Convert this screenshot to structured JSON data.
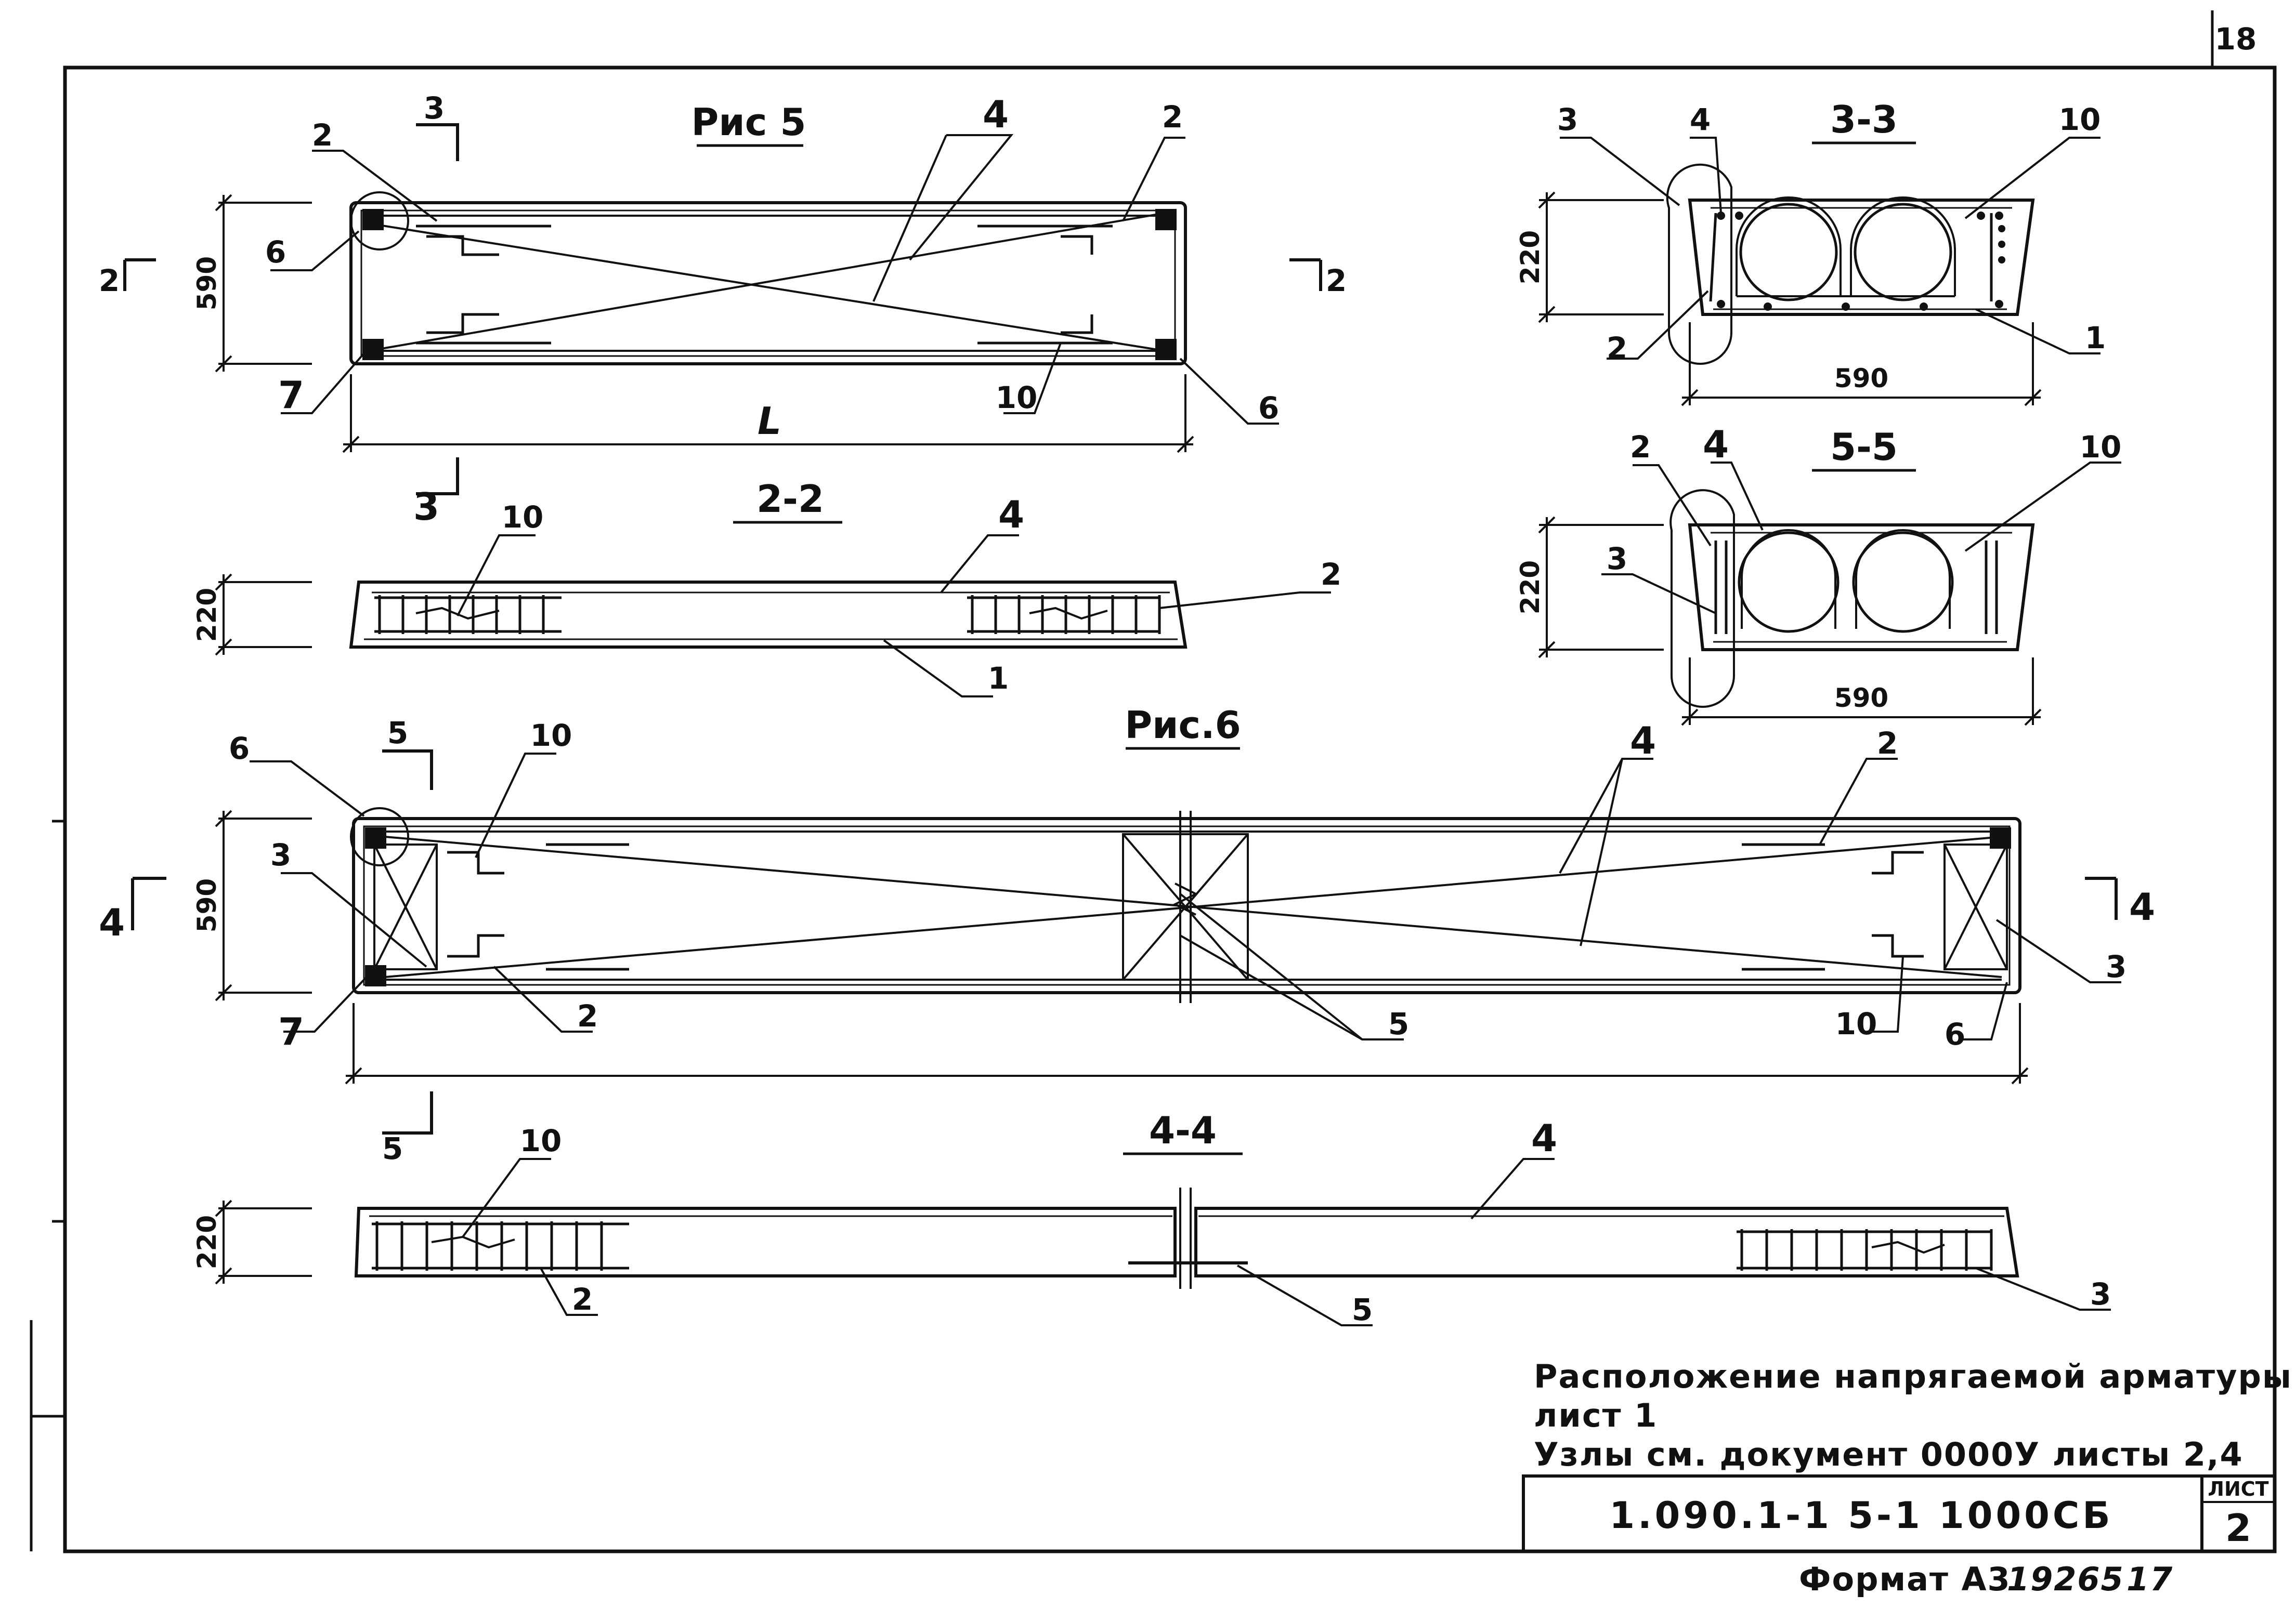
{
  "sheet": {
    "page_number": "18",
    "stamp_code": "1.090.1-1 5-1 1000СБ",
    "sheet_label": "ЛИСТ",
    "sheet_number": "2",
    "format_text": "Формат А3",
    "handwritten_1": "19265",
    "handwritten_2": "17"
  },
  "notes": {
    "line1": "Расположение напрягаемой арматуры см",
    "line2": "лист 1",
    "line3": "Узлы см. документ 0000У листы 2,4"
  },
  "fig5": {
    "title": "Рис 5",
    "dim_width": "590",
    "dim_length": "L",
    "section_mark_3_top": "3",
    "section_mark_3_bottom": "3",
    "section_mark_2_left": "2",
    "section_mark_2_right": "2",
    "callouts": {
      "c2_left": "2",
      "c4": "4",
      "c2_right": "2",
      "c6_top": "6",
      "c7": "7",
      "c10": "10",
      "c6_bottom": "6"
    }
  },
  "sec22": {
    "title": "2-2",
    "dim_height": "220",
    "callouts": {
      "c10": "10",
      "c4": "4",
      "c2": "2",
      "c1": "1"
    }
  },
  "sec33": {
    "title": "3-3",
    "dim_height": "220",
    "dim_width": "590",
    "callouts": {
      "c3": "3",
      "c4": "4",
      "c10": "10",
      "c2": "2",
      "c1": "1"
    }
  },
  "sec55": {
    "title": "5-5",
    "dim_height": "220",
    "dim_width": "590",
    "callouts": {
      "c2": "2",
      "c4": "4",
      "c10": "10",
      "c3": "3"
    }
  },
  "fig6": {
    "title": "Рис.6",
    "dim_width": "590",
    "section_mark_5_top": "5",
    "section_mark_5_bottom": "5",
    "section_mark_4_left": "4",
    "section_mark_4_right": "4",
    "callouts": {
      "c6_top": "6",
      "c10_top": "10",
      "c3_left": "3",
      "c7": "7",
      "c2_bottom": "2",
      "c5": "5",
      "c4": "4",
      "c2_right": "2",
      "c3_right": "3",
      "c10_bottom": "10",
      "c6_right": "6"
    }
  },
  "sec44": {
    "title": "4-4",
    "dim_height": "220",
    "callouts": {
      "c10": "10",
      "c4": "4",
      "c2": "2",
      "c5": "5",
      "c3": "3"
    }
  }
}
